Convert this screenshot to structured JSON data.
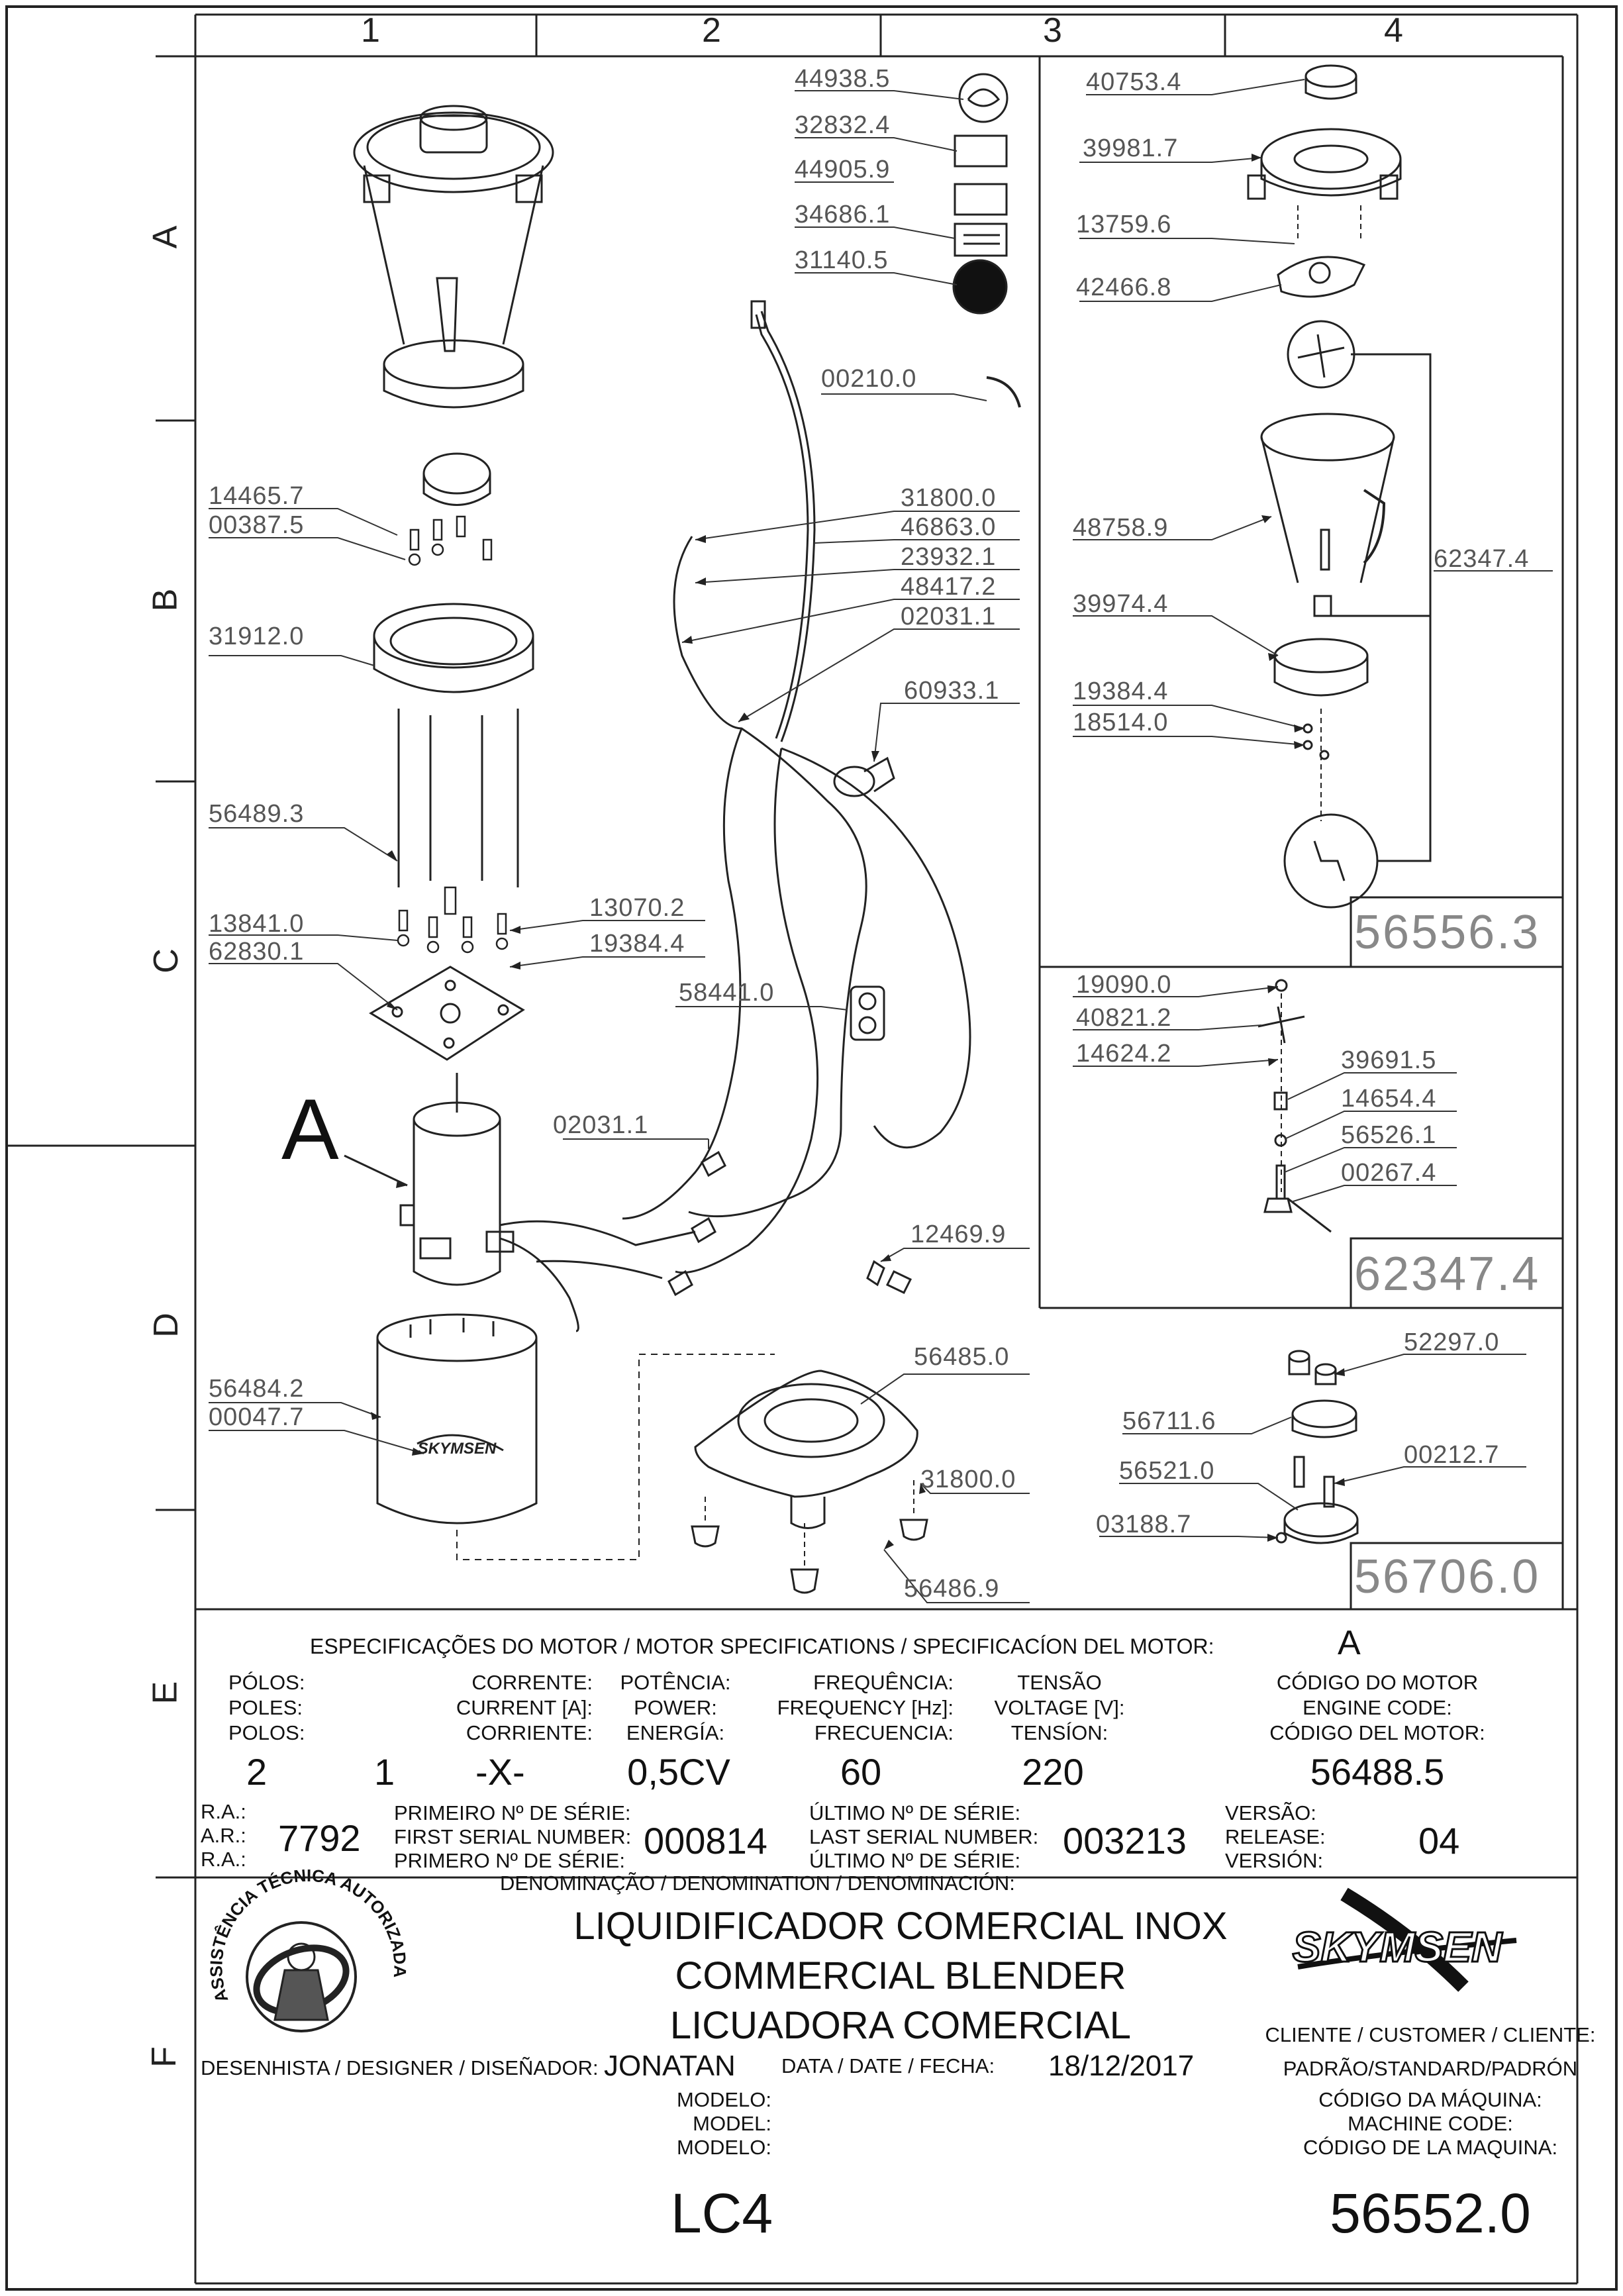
{
  "grid": {
    "columns": [
      "1",
      "2",
      "3",
      "4"
    ],
    "rows": [
      "A",
      "B",
      "C",
      "D",
      "E",
      "F"
    ]
  },
  "part_numbers": {
    "p44938": "44938.5",
    "p32832": "32832.4",
    "p44905": "44905.9",
    "p34686": "34686.1",
    "p31140": "31140.5",
    "p00210": "00210.0",
    "p31800a": "31800.0",
    "p46863": "46863.0",
    "p23932": "23932.1",
    "p48417": "48417.2",
    "p02031a": "02031.1",
    "p60933": "60933.1",
    "p14465": "14465.7",
    "p00387": "00387.5",
    "p31912": "31912.0",
    "p56489": "56489.3",
    "p13841": "13841.0",
    "p62830": "62830.1",
    "p13070": "13070.2",
    "p19384a": "19384.4",
    "p58441": "58441.0",
    "p02031b": "02031.1",
    "p12469": "12469.9",
    "p56485": "56485.0",
    "p31800b": "31800.0",
    "p56486": "56486.9",
    "p56484": "56484.2",
    "p00047": "00047.7",
    "p40753": "40753.4",
    "p39981": "39981.7",
    "p13759": "13759.6",
    "p42466": "42466.8",
    "p48758": "48758.9",
    "p62347a": "62347.4",
    "p39974": "39974.4",
    "p19384b": "19384.4",
    "p18514": "18514.0",
    "p19090": "19090.0",
    "p40821": "40821.2",
    "p14624": "14624.2",
    "p39691": "39691.5",
    "p14654": "14654.4",
    "p56526": "56526.1",
    "p00267": "00267.4",
    "p52297": "52297.0",
    "p56711": "56711.6",
    "p00212": "00212.7",
    "p56521": "56521.0",
    "p03188": "03188.7"
  },
  "assemblies": {
    "a56556": "56556.3",
    "a62347": "62347.4",
    "a56706": "56706.0"
  },
  "motor_callout": "A",
  "brand_mark": "SKYMSEN",
  "specs": {
    "header": "ESPECIFICAÇÕES DO MOTOR / MOTOR SPECIFICATIONS / SPECIFICACÍON DEL MOTOR:",
    "motor_letter": "A",
    "poles_labels": [
      "PÓLOS:",
      "POLES:",
      "POLOS:"
    ],
    "current_labels": [
      "CORRENTE:",
      "CURRENT [A]:",
      "CORRIENTE:"
    ],
    "power_labels": [
      "POTÊNCIA:",
      "POWER:",
      "ENERGÍA:"
    ],
    "frequency_labels": [
      "FREQUÊNCIA:",
      "FREQUENCY [Hz]:",
      "FRECUENCIA:"
    ],
    "voltage_labels": [
      "TENSÃO",
      "VOLTAGE [V]:",
      "TENSÍON:"
    ],
    "engine_labels": [
      "CÓDIGO DO MOTOR",
      "ENGINE CODE:",
      "CÓDIGO DEL MOTOR:"
    ],
    "poles": "2",
    "current": "1",
    "current_value": "-X-",
    "power": "0,5CV",
    "frequency": "60",
    "voltage": "220",
    "engine_code": "56488.5"
  },
  "record": {
    "ra_labels": [
      "R.A.:",
      "A.R.:",
      "R.A.:"
    ],
    "ra": "7792",
    "first_serial_labels": [
      "PRIMEIRO Nº DE SÉRIE:",
      "FIRST SERIAL NUMBER:",
      "PRIMERO Nº DE SÉRIE:"
    ],
    "first_serial": "000814",
    "last_serial_labels": [
      "ÚLTIMO Nº DE SÉRIE:",
      "LAST SERIAL NUMBER:",
      "ÚLTIMO Nº DE SÉRIE:"
    ],
    "last_serial": "003213",
    "release_labels": [
      "VERSÃO:",
      "RELEASE:",
      "VERSIÓN:"
    ],
    "release": "04"
  },
  "denomination": {
    "header": "DENOMINAÇÃO / DENOMINATION / DENOMINACIÓN:",
    "names": [
      "LIQUIDIFICADOR COMERCIAL INOX",
      "COMMERCIAL BLENDER",
      "LICUADORA COMERCIAL"
    ]
  },
  "designer": {
    "label": "DESENHISTA / DESIGNER / DISEÑADOR:",
    "name": "JONATAN"
  },
  "date": {
    "label": "DATA / DATE / FECHA:",
    "value": "18/12/2017"
  },
  "client": {
    "label": "CLIENTE / CUSTOMER / CLIENTE:",
    "value": "PADRÃO/STANDARD/PADRÓN"
  },
  "model": {
    "labels": [
      "MODELO:",
      "MODEL:",
      "MODELO:"
    ],
    "value": "LC4"
  },
  "machine": {
    "labels": [
      "CÓDIGO DA MÁQUINA:",
      "MACHINE CODE:",
      "CÓDIGO DE LA MAQUINA:"
    ],
    "value": "56552.0"
  },
  "seal": {
    "text": "ASSISTÊNCIA TÉCNICA AUTORIZADA"
  },
  "logo": {
    "text": "SKYMSEN"
  }
}
